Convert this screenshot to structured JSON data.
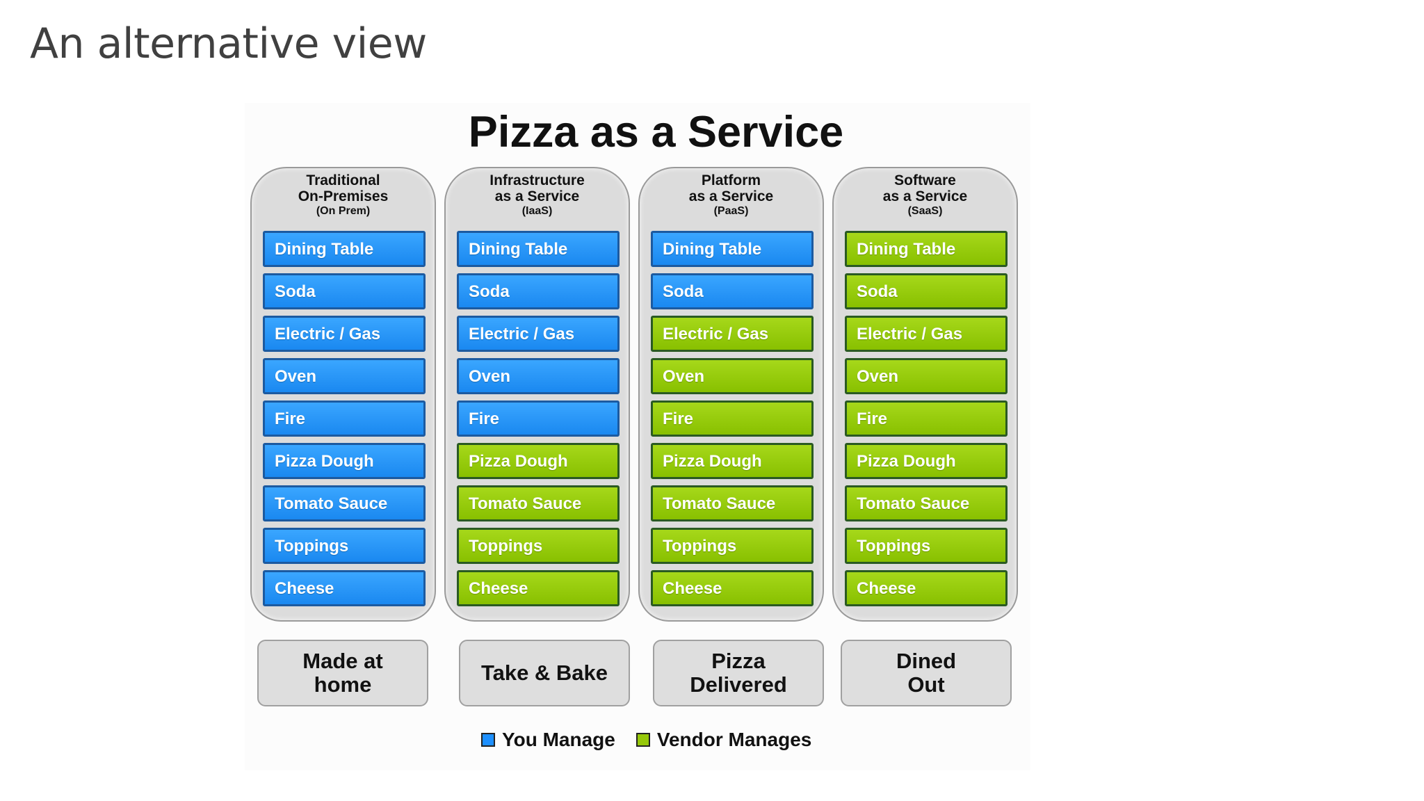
{
  "slide": {
    "title": "An alternative view"
  },
  "diagram": {
    "title": "Pizza as a Service",
    "columns": [
      {
        "header": [
          "Traditional",
          "On-Premises"
        ],
        "abbr": "(On Prem)",
        "outcome": [
          "Made at",
          "home"
        ],
        "tiers": [
          {
            "label": "Dining Table",
            "manager": "you"
          },
          {
            "label": "Soda",
            "manager": "you"
          },
          {
            "label": "Electric / Gas",
            "manager": "you"
          },
          {
            "label": "Oven",
            "manager": "you"
          },
          {
            "label": "Fire",
            "manager": "you"
          },
          {
            "label": "Pizza Dough",
            "manager": "you"
          },
          {
            "label": "Tomato Sauce",
            "manager": "you"
          },
          {
            "label": "Toppings",
            "manager": "you"
          },
          {
            "label": "Cheese",
            "manager": "you"
          }
        ]
      },
      {
        "header": [
          "Infrastructure",
          "as a Service"
        ],
        "abbr": "(IaaS)",
        "outcome": [
          "Take & Bake"
        ],
        "tiers": [
          {
            "label": "Dining Table",
            "manager": "you"
          },
          {
            "label": "Soda",
            "manager": "you"
          },
          {
            "label": "Electric / Gas",
            "manager": "you"
          },
          {
            "label": "Oven",
            "manager": "you"
          },
          {
            "label": "Fire",
            "manager": "you"
          },
          {
            "label": "Pizza Dough",
            "manager": "vendor"
          },
          {
            "label": "Tomato Sauce",
            "manager": "vendor"
          },
          {
            "label": "Toppings",
            "manager": "vendor"
          },
          {
            "label": "Cheese",
            "manager": "vendor"
          }
        ]
      },
      {
        "header": [
          "Platform",
          "as a Service"
        ],
        "abbr": "(PaaS)",
        "outcome": [
          "Pizza",
          "Delivered"
        ],
        "tiers": [
          {
            "label": "Dining Table",
            "manager": "you"
          },
          {
            "label": "Soda",
            "manager": "you"
          },
          {
            "label": "Electric / Gas",
            "manager": "vendor"
          },
          {
            "label": "Oven",
            "manager": "vendor"
          },
          {
            "label": "Fire",
            "manager": "vendor"
          },
          {
            "label": "Pizza Dough",
            "manager": "vendor"
          },
          {
            "label": "Tomato Sauce",
            "manager": "vendor"
          },
          {
            "label": "Toppings",
            "manager": "vendor"
          },
          {
            "label": "Cheese",
            "manager": "vendor"
          }
        ]
      },
      {
        "header": [
          "Software",
          "as a Service"
        ],
        "abbr": "(SaaS)",
        "outcome": [
          "Dined",
          "Out"
        ],
        "tiers": [
          {
            "label": "Dining Table",
            "manager": "vendor"
          },
          {
            "label": "Soda",
            "manager": "vendor"
          },
          {
            "label": "Electric / Gas",
            "manager": "vendor"
          },
          {
            "label": "Oven",
            "manager": "vendor"
          },
          {
            "label": "Fire",
            "manager": "vendor"
          },
          {
            "label": "Pizza Dough",
            "manager": "vendor"
          },
          {
            "label": "Tomato Sauce",
            "manager": "vendor"
          },
          {
            "label": "Toppings",
            "manager": "vendor"
          },
          {
            "label": "Cheese",
            "manager": "vendor"
          }
        ]
      }
    ],
    "legend": {
      "you": {
        "label": "You Manage",
        "color": "#1e90ff"
      },
      "vendor": {
        "label": "Vendor Manages",
        "color": "#96c80a"
      }
    }
  }
}
